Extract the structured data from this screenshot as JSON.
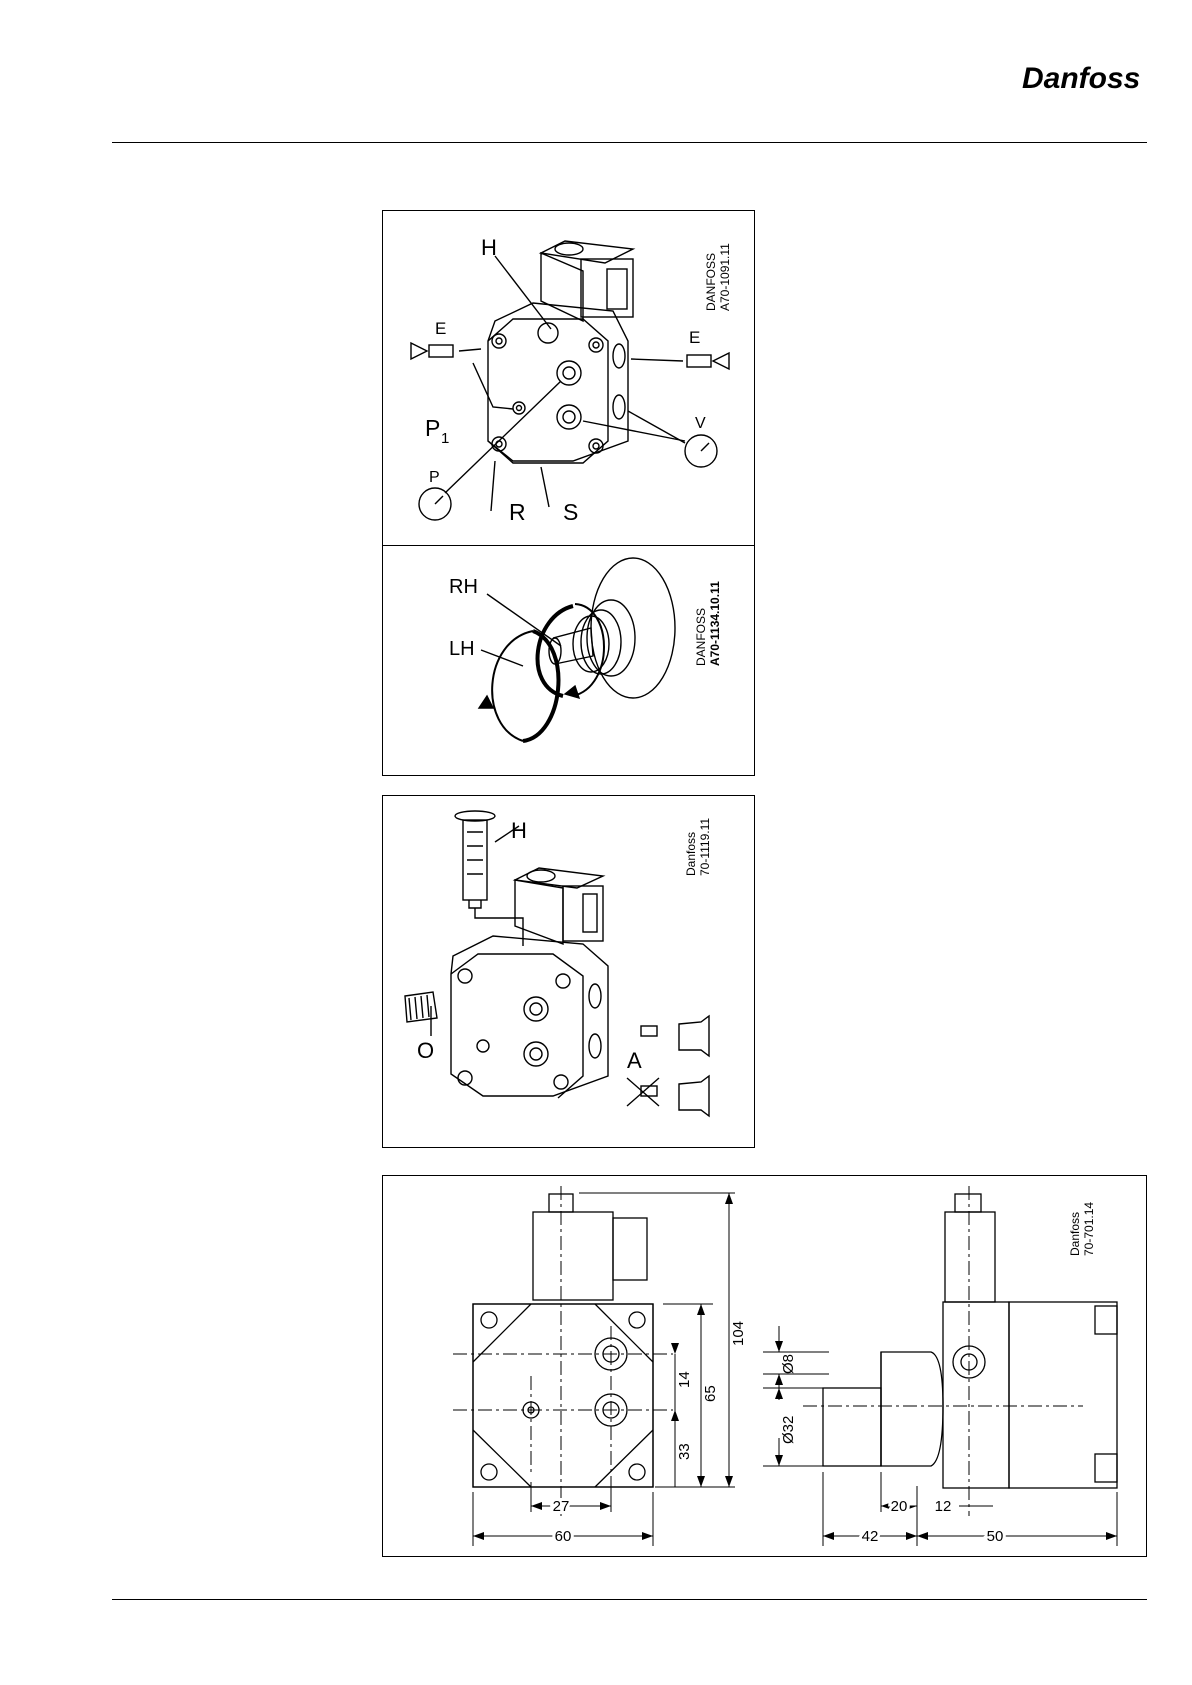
{
  "brand": "Danfoss",
  "fig1": {
    "code_line1": "DANFOSS",
    "code_line2": "A70-1091.11",
    "label_h": "H",
    "label_e_left": "E",
    "label_e_right": "E",
    "label_p1_main": "P",
    "label_p1_sub": "1",
    "label_p": "P",
    "label_v": "V",
    "label_r": "R",
    "label_s": "S"
  },
  "fig2": {
    "code_line1": "DANFOSS",
    "code_line2": "A70-1134.10.11",
    "label_rh": "RH",
    "label_lh": "LH"
  },
  "fig3": {
    "code_line1": "Danfoss",
    "code_line2": "70-1119.11",
    "label_h": "H",
    "label_o": "O",
    "label_a": "A"
  },
  "fig4": {
    "code_line1": "Danfoss",
    "code_line2": "70-701.14",
    "dim_104": "104",
    "dim_65": "65",
    "dim_14": "14",
    "dim_33": "33",
    "dim_27": "27",
    "dim_60": "60",
    "dim_d8": "Ø8",
    "dim_d32": "Ø32",
    "dim_20": "20",
    "dim_12": "12",
    "dim_42": "42",
    "dim_50": "50"
  }
}
